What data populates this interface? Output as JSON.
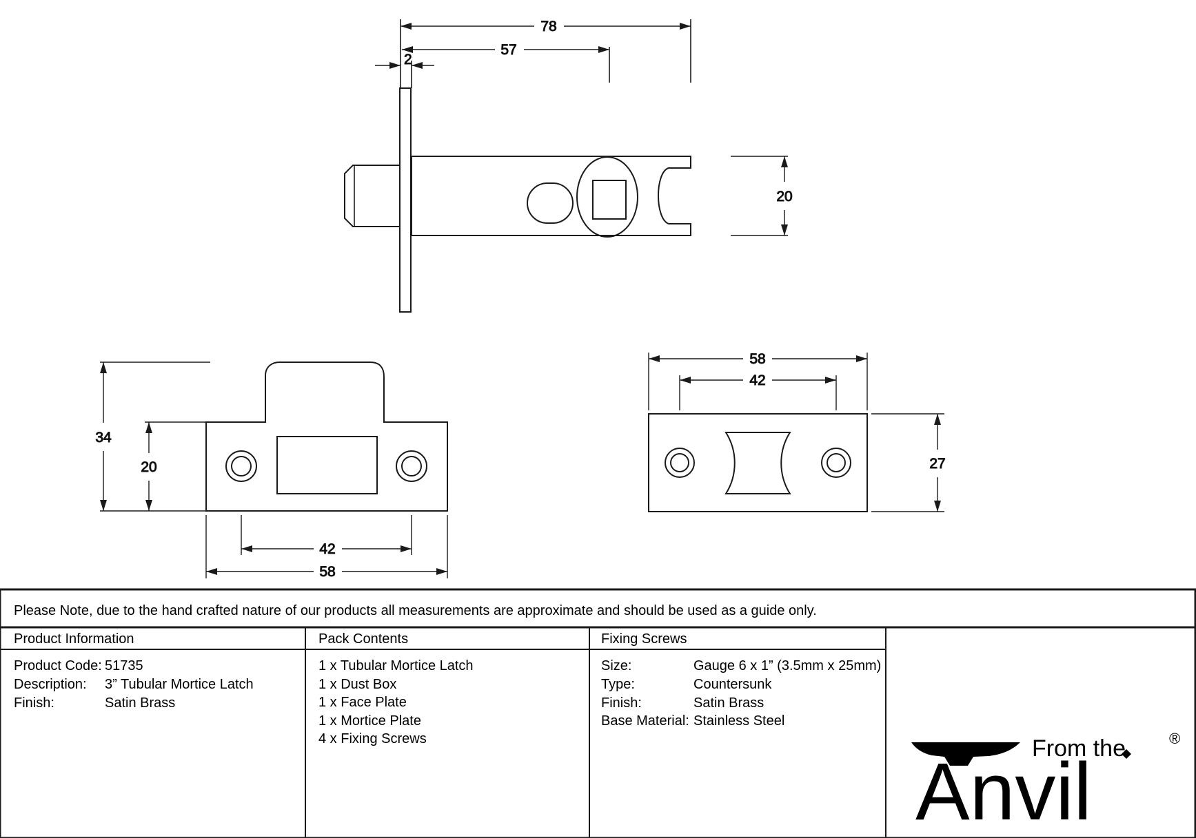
{
  "document": {
    "type": "technical-product-drawing",
    "note": "Please Note, due to the hand crafted nature of our products all measurements are approximate and should be used as a guide only."
  },
  "dimensions": {
    "side_view": {
      "overall_length": "78",
      "backset_to_spindle": "57",
      "faceplate_thickness": "2",
      "case_height": "20"
    },
    "face_plate": {
      "plate_height": "34",
      "case_height": "20",
      "screw_centres": "42",
      "plate_width": "58"
    },
    "mortice_plate": {
      "plate_width": "58",
      "screw_centres": "42",
      "plate_height": "27"
    }
  },
  "table": {
    "headers": {
      "product_information": "Product Information",
      "pack_contents": "Pack Contents",
      "fixing_screws": "Fixing Screws"
    },
    "product_information": [
      {
        "label": "Product Code:",
        "value": "51735"
      },
      {
        "label": "Description:",
        "value": "3” Tubular Mortice Latch"
      },
      {
        "label": "Finish:",
        "value": "Satin Brass"
      }
    ],
    "pack_contents": [
      "1 x Tubular Mortice Latch",
      "1 x Dust Box",
      "1 x Face Plate",
      "1 x Mortice Plate",
      "4 x Fixing Screws"
    ],
    "fixing_screws": [
      {
        "label": "Size:",
        "value": "Gauge 6 x 1” (3.5mm x 25mm)"
      },
      {
        "label": "Type:",
        "value": "Countersunk"
      },
      {
        "label": "Finish:",
        "value": "Satin Brass"
      },
      {
        "label": "Base Material:",
        "value": "Stainless Steel"
      }
    ]
  },
  "logo": {
    "tagline": "From the",
    "brand": "Anvil",
    "registered_mark": "®"
  },
  "colors": {
    "line": "#1a1a1a",
    "text": "#000000",
    "background": "#ffffff"
  }
}
